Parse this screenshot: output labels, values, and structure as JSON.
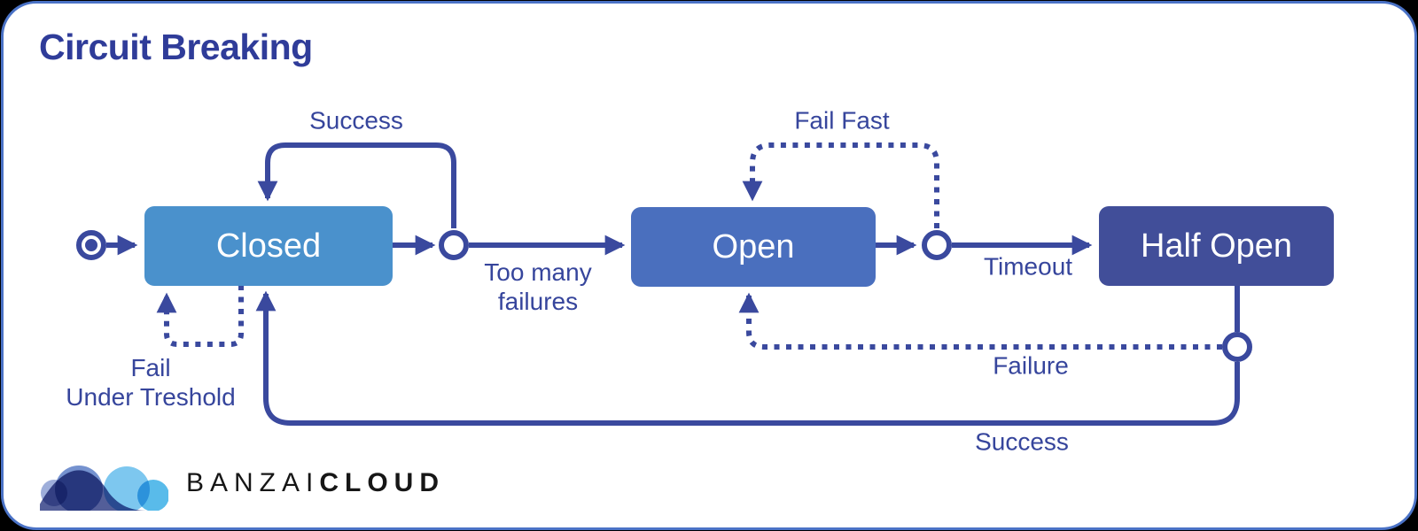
{
  "title": "Circuit Breaking",
  "diagram": {
    "type": "state-machine",
    "initial_state": "Closed",
    "states": [
      {
        "id": "closed",
        "label": "Closed",
        "fill": "#4a91cc"
      },
      {
        "id": "open",
        "label": "Open",
        "fill": "#4a6fbe"
      },
      {
        "id": "half_open",
        "label": "Half Open",
        "fill": "#414e99"
      }
    ],
    "transitions": [
      {
        "from": "Closed",
        "to": "Closed",
        "label": "Success",
        "style": "solid"
      },
      {
        "from": "Closed",
        "to": "Open",
        "label": "Too many\nfailures",
        "style": "solid"
      },
      {
        "from": "Closed",
        "to": "Closed",
        "label": "Fail\nUnder Treshold",
        "style": "dotted"
      },
      {
        "from": "Open",
        "to": "Open",
        "label": "Fail Fast",
        "style": "dotted"
      },
      {
        "from": "Open",
        "to": "Half Open",
        "label": "Timeout",
        "style": "solid"
      },
      {
        "from": "Half Open",
        "to": "Open",
        "label": "Failure",
        "style": "dotted"
      },
      {
        "from": "Half Open",
        "to": "Closed",
        "label": "Success",
        "style": "solid"
      }
    ]
  },
  "colors": {
    "wire": "#3a499e",
    "label_text": "#36459c",
    "title_text": "#2f3c99",
    "state_closed_fill": "#4a91cc",
    "state_open_fill": "#4a6fbe",
    "state_half_open_fill": "#414e99",
    "state_text": "#ffffff",
    "card_border": "#4a72c6",
    "card_background": "#ffffff"
  },
  "footer": {
    "brand_light": "BANZAI",
    "brand_bold": "CLOUD"
  }
}
